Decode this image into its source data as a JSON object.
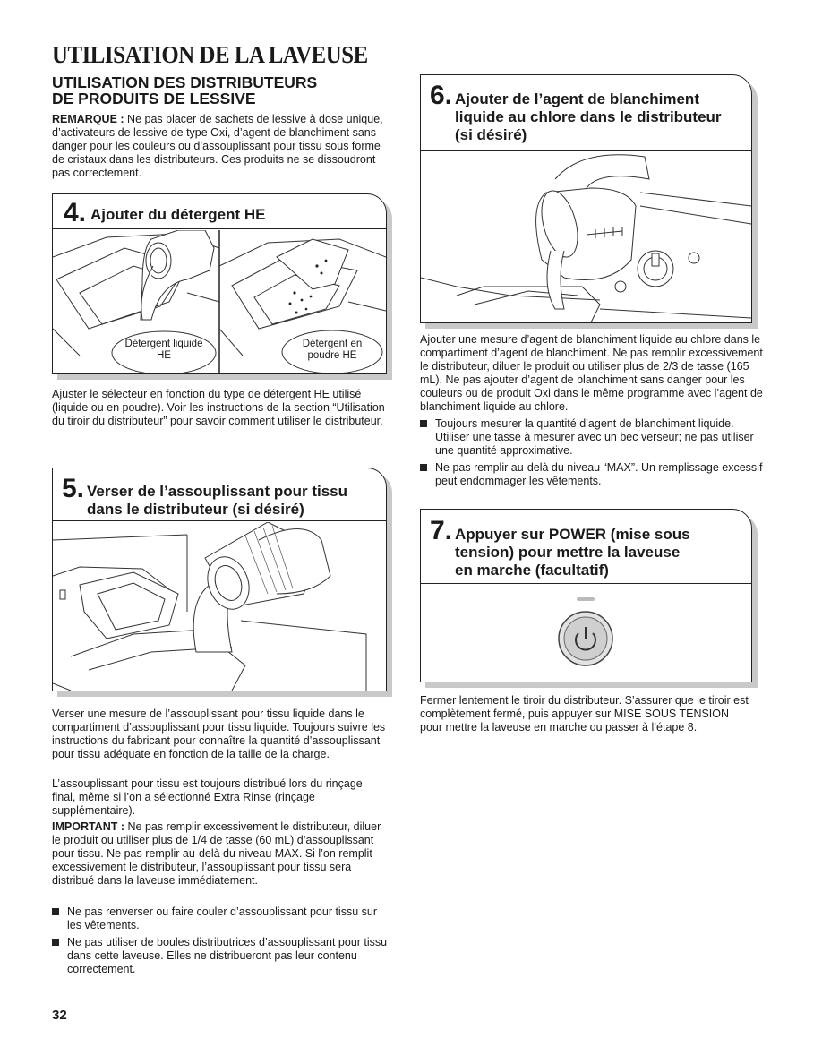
{
  "page": {
    "title": "UTILISATION DE LA LAVEUSE",
    "page_number": "32"
  },
  "section": {
    "title_line1": "UTILISATION DES DISTRIBUTEURS",
    "title_line2": "DE PRODUITS DE LESSIVE",
    "remark_label": "REMARQUE :",
    "remark_text": " Ne pas placer de sachets de lessive à dose unique, d’activateurs de lessive de type Oxi, d’agent de blanchiment sans danger pour les couleurs ou d’assouplissant pour tissu sous forme de cristaux dans les distributeurs. Ces produits ne se dissoudront pas correctement."
  },
  "step4": {
    "number": "4.",
    "title": "Ajouter du détergent HE",
    "caption_left_1": "Détergent liquide",
    "caption_left_2": "HE",
    "caption_right_1": "Détergent en",
    "caption_right_2": "poudre HE",
    "body": "Ajuster le sélecteur en fonction du type de détergent HE utilisé (liquide ou en poudre). Voir les instructions de la section “Utilisation du tiroir du distributeur” pour savoir comment utiliser le distributeur."
  },
  "step5": {
    "number": "5.",
    "title_line1": "Verser de l’assouplissant pour tissu",
    "title_line2": "dans le distributeur (si désiré)",
    "para1": "Verser une mesure de l’assouplissant pour tissu liquide dans le compartiment d’assouplissant pour tissu liquide. Toujours suivre les instructions du fabricant pour connaître la quantité d’assouplissant pour tissu adéquate en fonction de la taille de la charge.",
    "para2": "L’assouplissant pour tissu est toujours distribué lors du rinçage final, même si l’on a sélectionné Extra Rinse (rinçage supplémentaire).",
    "important_label": "IMPORTANT :",
    "important_text": " Ne pas remplir excessivement le distributeur, diluer le produit ou utiliser plus de 1/4 de tasse (60 mL) d’assouplissant pour tissu. Ne pas remplir au-delà du niveau MAX. Si l’on remplit excessivement le distributeur, l’assouplissant pour tissu sera distribué dans la laveuse immédiatement.",
    "bullets": [
      "Ne pas renverser ou faire couler d’assouplissant pour tissu sur les vêtements.",
      "Ne pas utiliser de boules distributrices d’assouplissant pour tissu dans cette laveuse. Elles ne distribueront pas leur contenu correctement."
    ]
  },
  "step6": {
    "number": "6.",
    "title_line1": "Ajouter de l’agent de blanchiment",
    "title_line2": "liquide au chlore dans le distributeur",
    "title_line3": "(si désiré)",
    "body": "Ajouter une mesure d’agent de blanchiment liquide au chlore dans le compartiment d’agent de blanchiment. Ne pas remplir excessivement le distributeur, diluer le produit ou utiliser plus de 2/3 de tasse (165 mL). Ne pas ajouter d’agent de blanchiment sans danger pour les couleurs ou de produit Oxi dans le même programme avec l’agent de blanchiment liquide au chlore.",
    "bullets": [
      "Toujours mesurer la quantité d’agent de blanchiment liquide. Utiliser une tasse à mesurer avec un bec verseur; ne pas utiliser une quantité approximative.",
      "Ne pas remplir au-delà du niveau “MAX”. Un remplissage excessif peut endommager les vêtements."
    ]
  },
  "step7": {
    "number": "7.",
    "title_line1": "Appuyer sur POWER (mise sous",
    "title_line2": "tension) pour mettre la laveuse",
    "title_line3": "en marche (facultatif)",
    "body": "Fermer lentement le tiroir du distributeur. S’assurer que le tiroir est complètement fermé, puis appuyer sur MISE SOUS TENSION pour mettre la laveuse en marche ou passer à l’étape 8."
  }
}
